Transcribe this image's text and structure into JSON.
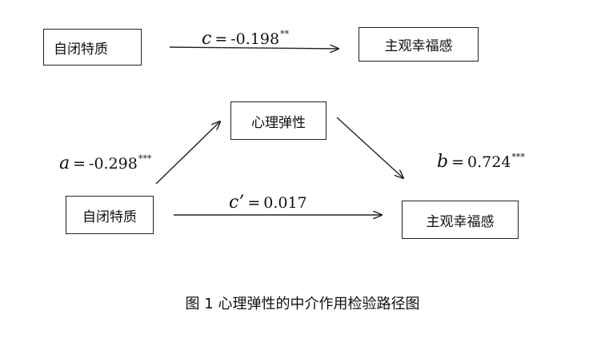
{
  "boxes": {
    "top_left": "自闭特质",
    "top_right": "主观幸福感",
    "mediator": "心理弹性",
    "bottom_left": "自闭特质",
    "bottom_right": "主观幸福感"
  },
  "paths": {
    "c": {
      "symbol": "c",
      "equals": "=",
      "value": "-0.198",
      "significance": "**"
    },
    "a": {
      "symbol": "a",
      "equals": "=",
      "value": "-0.298",
      "significance": "***"
    },
    "b": {
      "symbol": "b",
      "equals": "=",
      "value": "0.724",
      "significance": "***"
    },
    "c_prime": {
      "symbol": "c’",
      "equals": "=",
      "value": "0.017",
      "significance": ""
    }
  },
  "caption": "图 1 心理弹性的中介作用检验路径图",
  "colors": {
    "line": "#222222",
    "text": "#111111",
    "background": "#ffffff"
  }
}
